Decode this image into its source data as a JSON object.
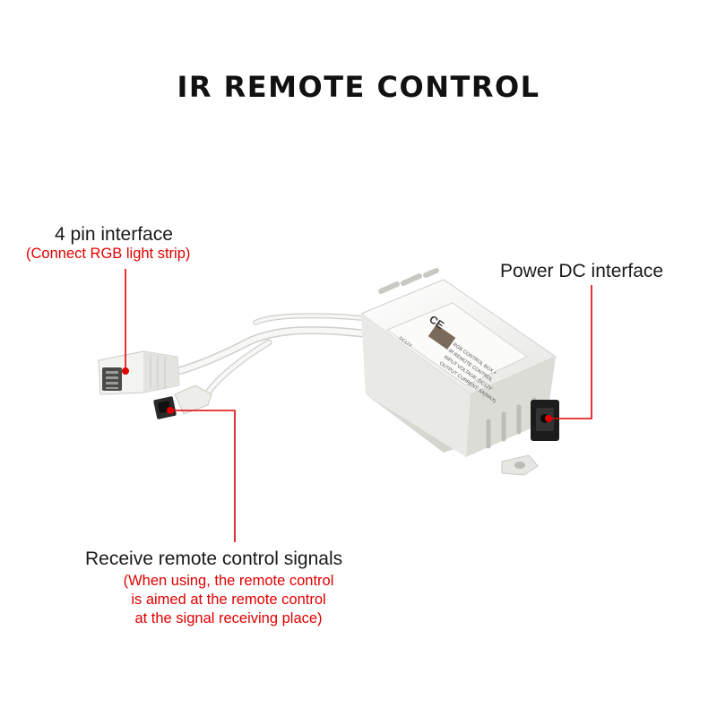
{
  "title": "IR REMOTE CONTROL",
  "callouts": {
    "pin_interface": {
      "label": "4 pin interface",
      "sub": "(Connect RGB light strip)"
    },
    "power_dc": {
      "label": "Power DC interface"
    },
    "receiver": {
      "label": "Receive remote control signals",
      "sub_lines": [
        "(When using, the remote control",
        "is aimed at the remote control",
        "at the signal receiving place)"
      ]
    }
  },
  "device_label": {
    "lines": [
      "RGB CONTROL BOX +",
      "IR REMOTE CONTROL",
      "INPUT VOLTAGE: DC12V",
      "OUTPUT CURRENT: 6A(MAX)"
    ],
    "ce_mark": "CE",
    "dc_mark": "DC12V"
  },
  "colors": {
    "accent": "#e00000",
    "text": "#1a1a1a",
    "device": "#f1f1ee"
  }
}
